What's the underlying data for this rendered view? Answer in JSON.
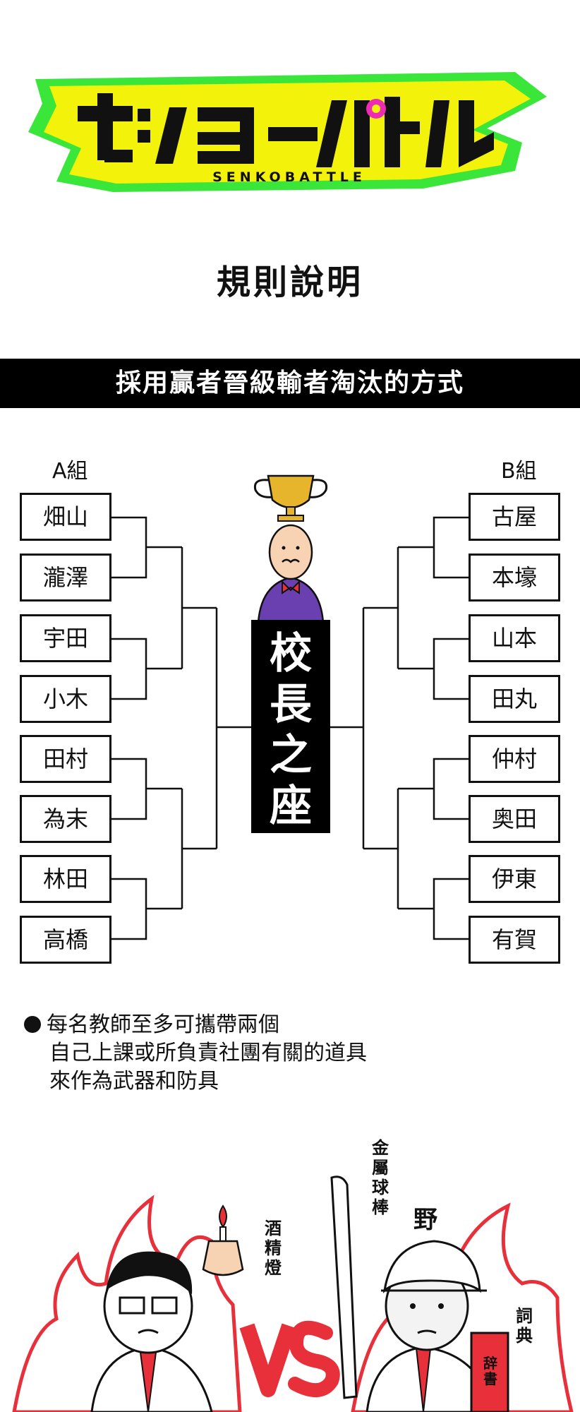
{
  "logo": {
    "title": "センコーバトル",
    "subtitle": "SENKOBATTLE"
  },
  "heading": "規則說明",
  "banner": "採用贏者晉級輸者淘汰的方式",
  "bracket": {
    "group_a_label": "A組",
    "group_b_label": "B組",
    "group_a": [
      "畑山",
      "瀧澤",
      "宇田",
      "小木",
      "田村",
      "為末",
      "林田",
      "高橋"
    ],
    "group_b": [
      "古屋",
      "本壕",
      "山本",
      "田丸",
      "仲村",
      "奥田",
      "伊東",
      "有賀"
    ],
    "throne": "校長之座"
  },
  "notes": {
    "line1": "每名教師至多可攜帶兩個",
    "line2": "自己上課或所負責社團有關的道具",
    "line3": "來作為武器和防具"
  },
  "illustration": {
    "item_left": "酒精燈",
    "item_right_top": "金屬球棒",
    "item_right": "詞典",
    "cap_letter": "野",
    "book_label": "辞書",
    "versus": "VS"
  },
  "colors": {
    "logo_green": "#39e639",
    "logo_yellow": "#f2f20a",
    "flame_red": "#e8303a",
    "suit_purple": "#6a3fb0"
  }
}
